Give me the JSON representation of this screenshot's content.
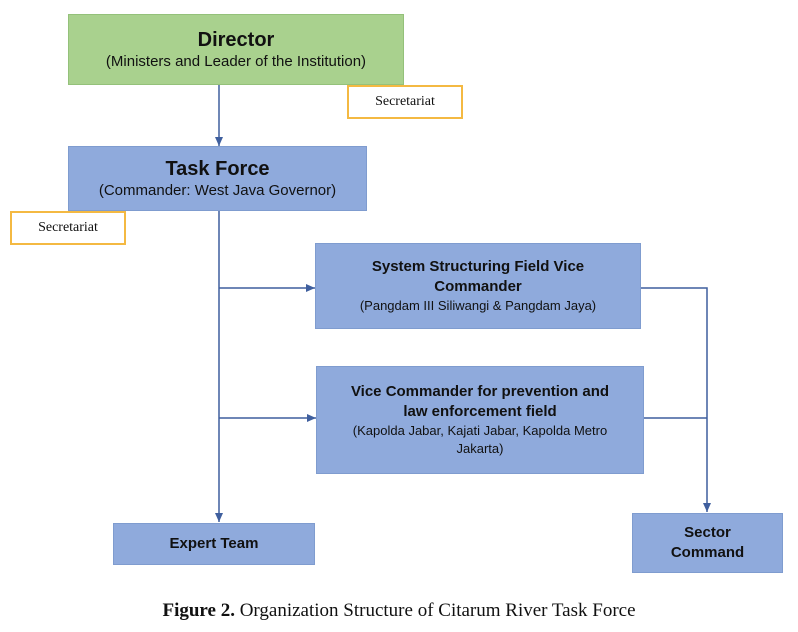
{
  "director": {
    "title": "Director",
    "subtitle": "(Ministers and Leader of the Institution)"
  },
  "secretariat_1": "Secretariat",
  "task_force": {
    "title": "Task Force",
    "subtitle": "(Commander: West Java Governor)"
  },
  "secretariat_2": "Secretariat",
  "system_vice": {
    "title_line1": "System Structuring Field Vice",
    "title_line2": "Commander",
    "subtitle": "(Pangdam III Siliwangi & Pangdam Jaya)"
  },
  "prevention_vice": {
    "title_line1": "Vice Commander for prevention and",
    "title_line2": "law enforcement field",
    "subtitle_line1": "(Kapolda Jabar, Kajati Jabar, Kapolda Metro",
    "subtitle_line2": "Jakarta)"
  },
  "expert_team": "Expert Team",
  "sector_command": {
    "line1": "Sector",
    "line2": "Command"
  },
  "caption": {
    "label": "Figure 2.",
    "text": " Organization Structure of Citarum River Task Force"
  },
  "colors": {
    "green_box": "#a9d18e",
    "blue_box": "#8faadc",
    "secretariat_border": "#f4b942",
    "connector": "#3f5f9e"
  }
}
